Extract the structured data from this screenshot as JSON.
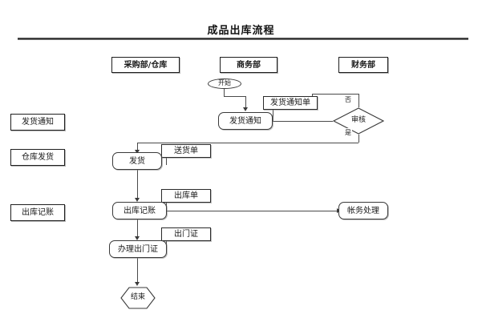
{
  "title": "成品出库流程",
  "departments": [
    {
      "label": "采购部/仓库"
    },
    {
      "label": "商务部"
    },
    {
      "label": "财务部"
    }
  ],
  "phases": [
    {
      "label": "发货通知"
    },
    {
      "label": "仓库发货"
    },
    {
      "label": "出库记账"
    }
  ],
  "nodes": {
    "start": {
      "label": "开始"
    },
    "shipping_notice": {
      "label": "发货通知"
    },
    "shipping_notice_doc": {
      "label": "发货通知单"
    },
    "review": {
      "label": "审核"
    },
    "ship": {
      "label": "发货"
    },
    "delivery_doc": {
      "label": "送货单"
    },
    "outbound_entry": {
      "label": "出库记账"
    },
    "outbound_doc": {
      "label": "出库单"
    },
    "accounting": {
      "label": "帐务处理"
    },
    "gate_pass_process": {
      "label": "办理出门证"
    },
    "gate_pass_doc": {
      "label": "出门证"
    },
    "end": {
      "label": "结束"
    }
  },
  "branches": {
    "no": "否",
    "yes": "是"
  },
  "colors": {
    "line": "#4a4a4a",
    "border": "#1f1f1f",
    "text": "#1a1a1a",
    "background": "#ffffff"
  }
}
